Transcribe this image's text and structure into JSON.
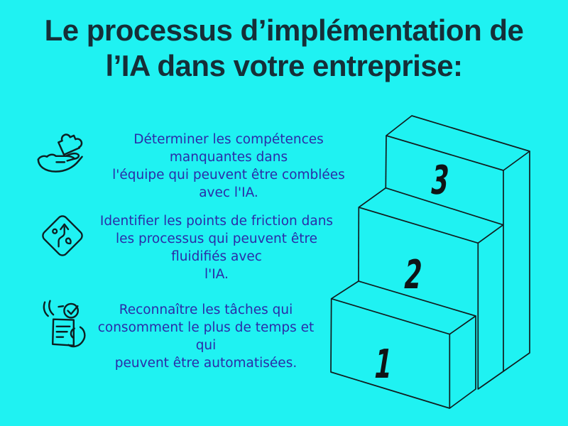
{
  "title": {
    "line1": "Le processus d’implémentation de",
    "line2": "l’IA dans votre entreprise:"
  },
  "items": [
    {
      "icon": "hand-holding-puzzle-icon",
      "lines": [
        "Déterminer les compétences",
        "manquantes dans",
        "l'équipe qui peuvent être comblées",
        "avec l'IA."
      ]
    },
    {
      "icon": "winding-road-sign-icon",
      "lines": [
        "Identifier les points de friction dans",
        "les processus qui peuvent être",
        "fluidifiés avec",
        "l'IA."
      ]
    },
    {
      "icon": "hands-holding-checklist-icon",
      "lines": [
        "Reconnaître les tâches qui",
        "consomment le plus de temps et",
        "qui",
        "peuvent être automatisées."
      ]
    }
  ],
  "staircase": {
    "step_labels": [
      "1",
      "2",
      "3"
    ]
  },
  "colors": {
    "background": "#1ff2f2",
    "title_text": "#152f38",
    "body_text": "#2b2ca8",
    "line_art": "#111c1e"
  }
}
